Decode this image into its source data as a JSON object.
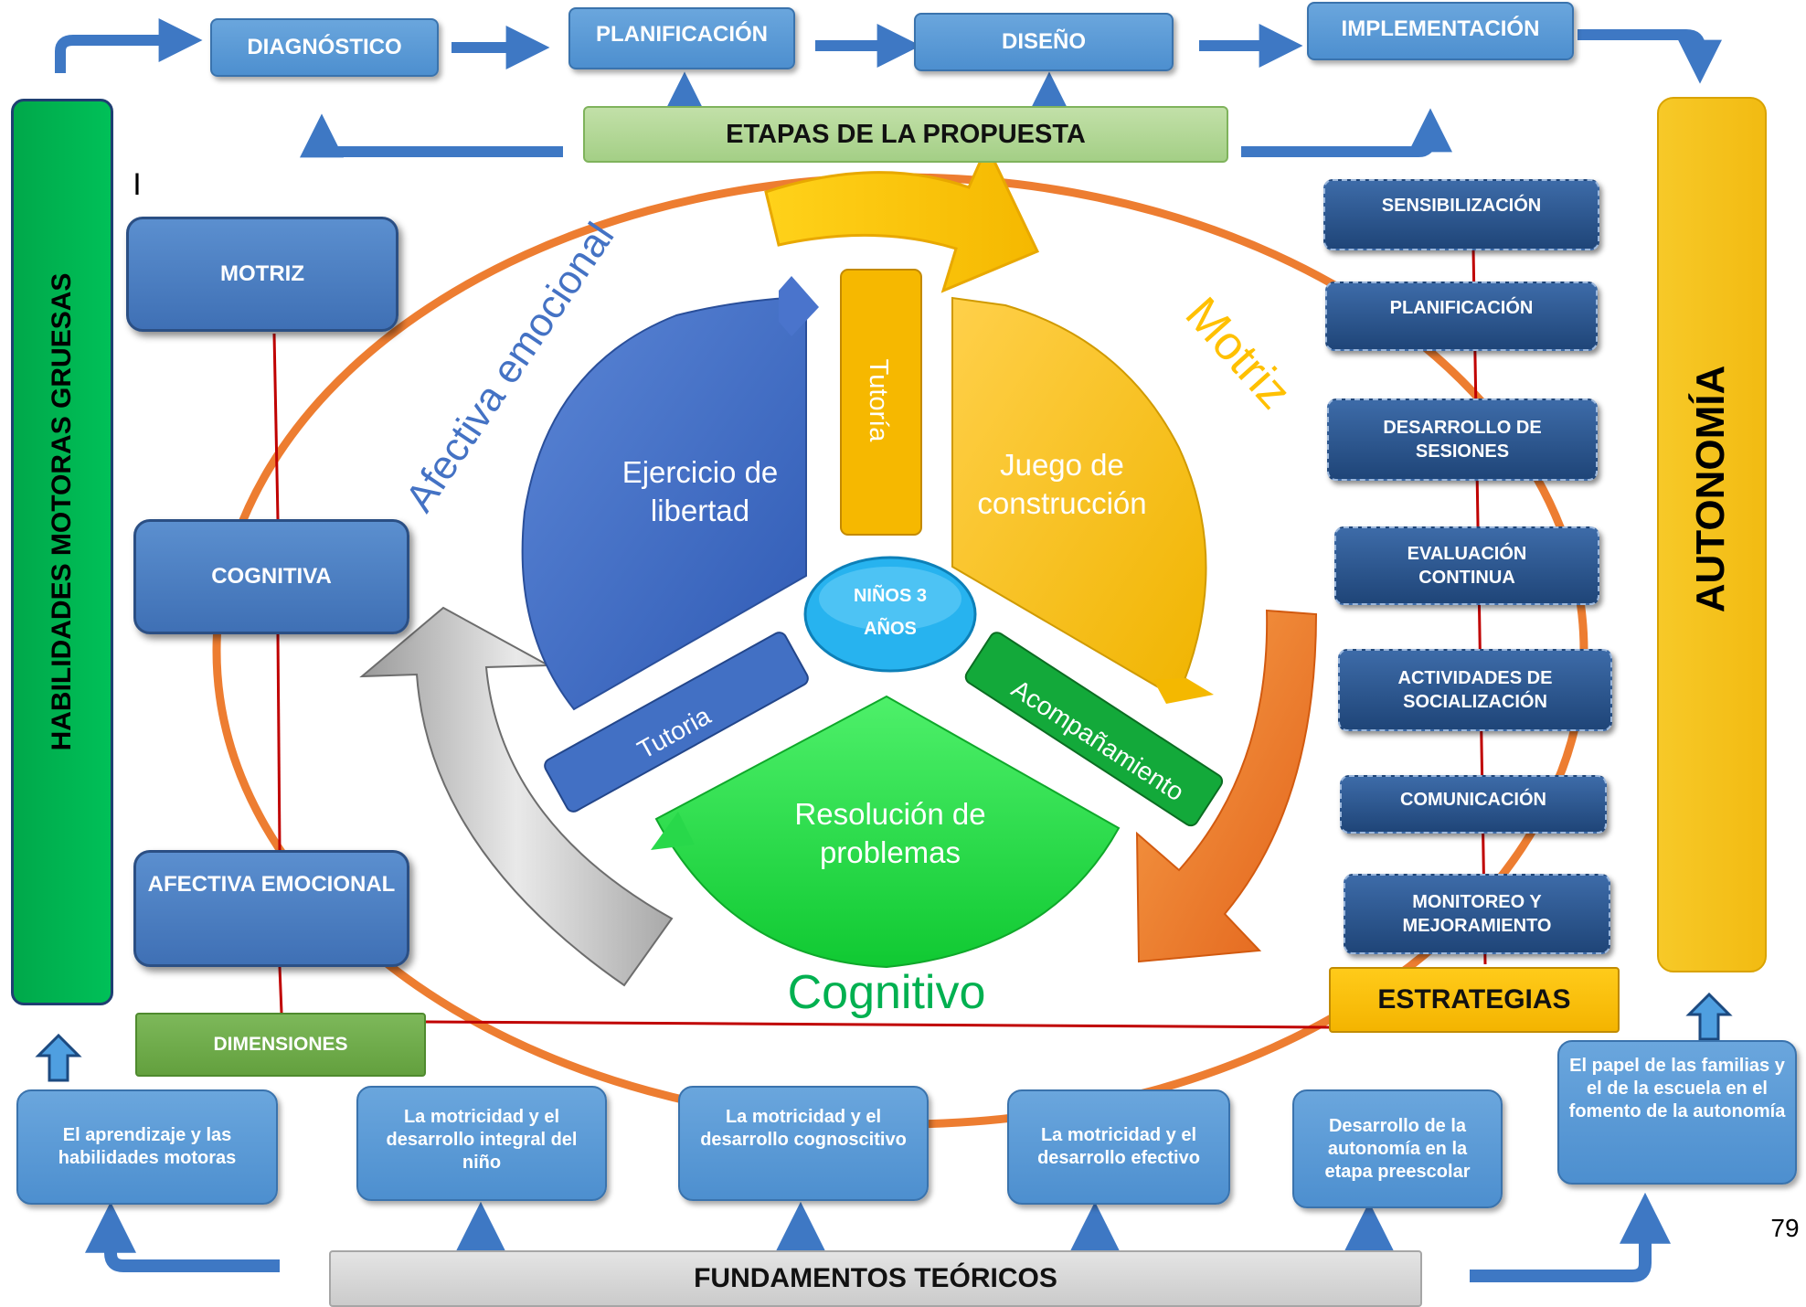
{
  "top_stages": [
    "DIAGNÓSTICO",
    "PLANIFICACIÓN",
    "DISEÑO",
    "IMPLEMENTACIÓN"
  ],
  "etapas_label": "ETAPAS DE LA PROPUESTA",
  "stray_char": "I",
  "left_bar_label": "HABILIDADES MOTORAS GRUESAS",
  "right_bar_label": "AUTONOMÍA",
  "dimensions": [
    "MOTRIZ",
    "COGNITIVA",
    "AFECTIVA EMOCIONAL"
  ],
  "dimensions_label": "DIMENSIONES",
  "strategies": [
    "SENSIBILIZACIÓN",
    "PLANIFICACIÓN",
    "DESARROLLO DE SESIONES",
    "EVALUACIÓN CONTINUA",
    "ACTIVIDADES DE SOCIALIZACIÓN",
    "COMUNICACIÓN",
    "MONITOREO Y MEJORAMIENTO"
  ],
  "strategies_label": "ESTRATEGIAS",
  "center": {
    "hub": "NIÑOS 3 AÑOS",
    "segment_blue": "Ejercicio de libertad",
    "segment_yellow": "Juego de construcción",
    "segment_green": "Resolución de problemas",
    "spoke_top": "Tutoría",
    "spoke_left": "Tutoria",
    "spoke_right": "Acompañamiento"
  },
  "curve_labels": {
    "afectiva": "Afectiva emocional",
    "motriz": "Motriz",
    "cognitivo": "Cognitivo"
  },
  "fundamentos": [
    "El aprendizaje y las habilidades motoras",
    "La motricidad y el desarrollo integral del niño",
    "La motricidad y el desarrollo cognoscitivo",
    "La motricidad y el desarrollo efectivo",
    "Desarrollo de la autonomía en la etapa preescolar",
    "El papel de las familias y el de la escuela en el fomento de la autonomía"
  ],
  "fundamentos_label": "FUNDAMENTOS TEÓRICOS",
  "page_number": "79",
  "colors": {
    "stage_blue": "#5b9bd5",
    "dim_blue": "#4a7ebf",
    "strategy_navy": "#2b5594",
    "left_bar_green": "#00b050",
    "right_bar_yellow": "#f6c324",
    "ellipse_orange": "#ed7d31",
    "connector_red": "#c00000",
    "etapas_green": "#a9d18e",
    "dimensiones_green": "#70ad47",
    "estrategias_gold": "#ffc000",
    "fundamentos_gray": "#d9d9d9",
    "segment_blue": "#4472c4",
    "segment_yellow": "#ffc000",
    "segment_green": "#22dd44",
    "hub_cyan": "#26b5ef",
    "cognitivo_text": "#00b050"
  }
}
